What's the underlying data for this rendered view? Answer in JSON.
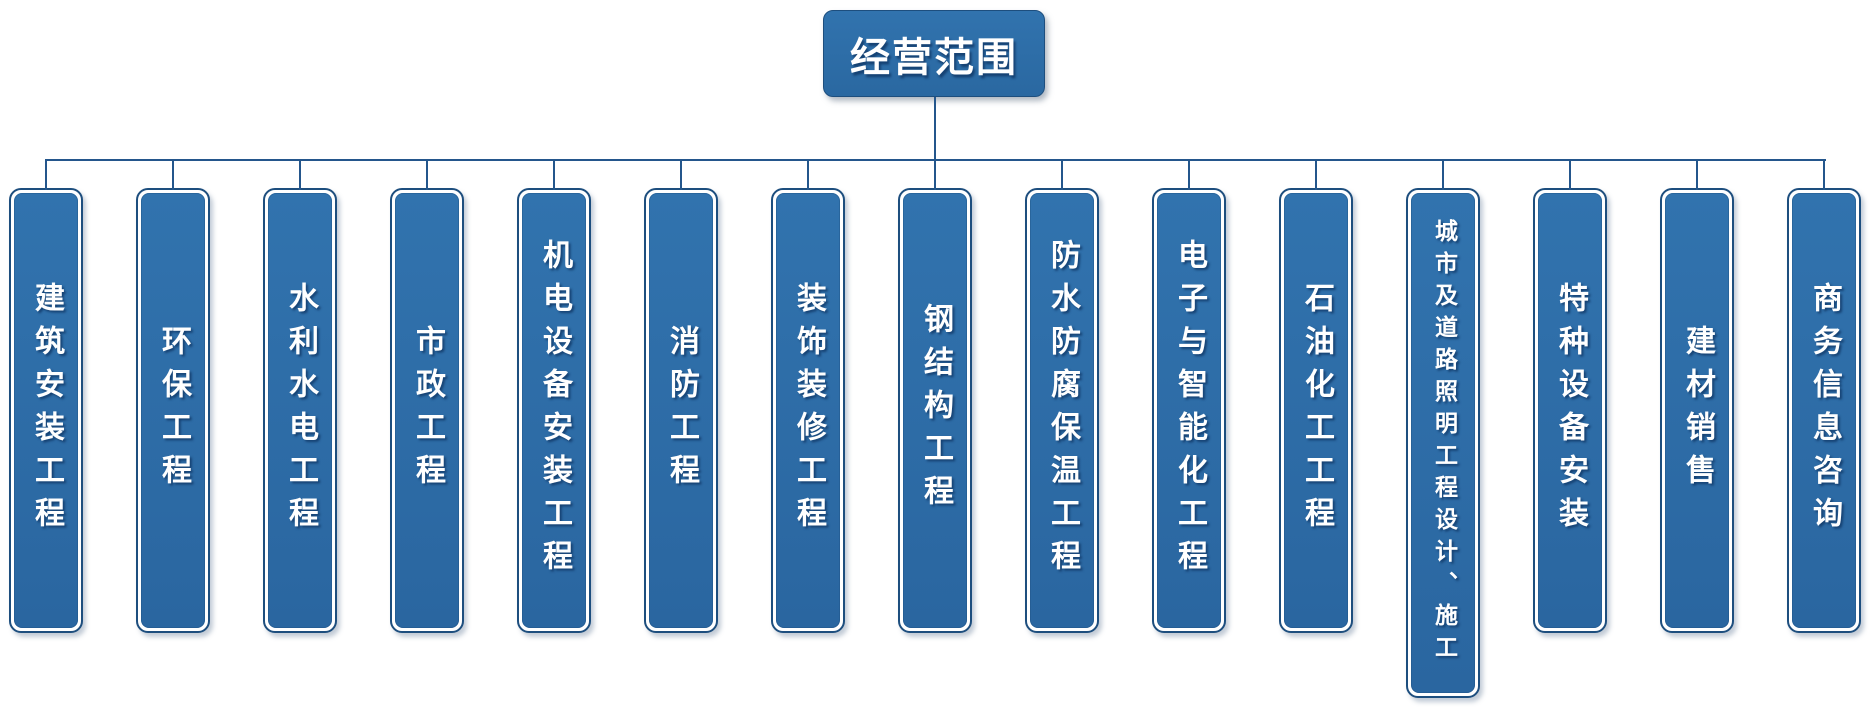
{
  "colors": {
    "box_fill": "#2d6ca5",
    "box_border": "#1d4e7e",
    "connector": "#24568c",
    "text": "#ffffff",
    "background": "#ffffff"
  },
  "root": {
    "label": "经营范围"
  },
  "branches": [
    {
      "label": "建筑安装工程"
    },
    {
      "label": "环保工程"
    },
    {
      "label": "水利水电工程"
    },
    {
      "label": "市政工程"
    },
    {
      "label": "机电设备安装工程"
    },
    {
      "label": "消防工程"
    },
    {
      "label": "装饰装修工程"
    },
    {
      "label": "钢结构工程"
    },
    {
      "label": "防水防腐保温工程"
    },
    {
      "label": "电子与智能化工程"
    },
    {
      "label": "石油化工工程"
    },
    {
      "label": "城市及道路照明工程设计、施工"
    },
    {
      "label": "特种设备安装"
    },
    {
      "label": "建材销售"
    },
    {
      "label": "商务信息咨询"
    }
  ]
}
